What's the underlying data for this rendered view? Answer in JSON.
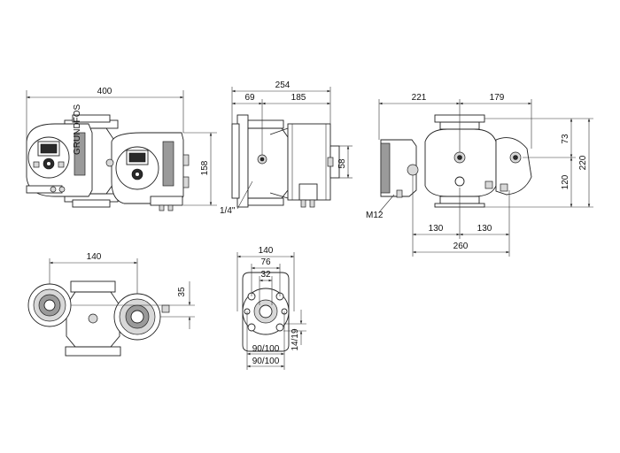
{
  "dimensions": {
    "front_view": {
      "width": "400",
      "height": "158"
    },
    "side_view": {
      "overall": "254",
      "flange": "69",
      "motor": "185",
      "box": "58",
      "thread": "1/4\""
    },
    "rear_view": {
      "left": "221",
      "right": "179",
      "upper": "73",
      "lower": "120",
      "total_height": "220",
      "bolt": "M12",
      "half_left": "130",
      "half_right": "130",
      "span": "260"
    },
    "top_view": {
      "spacing": "140",
      "offset": "35"
    },
    "flange_view": {
      "outer": "140",
      "pcd": "76",
      "bore": "32",
      "bolt_circle_1": "90/100",
      "bolt_circle_2": "90/100",
      "hole": "14/19"
    }
  }
}
